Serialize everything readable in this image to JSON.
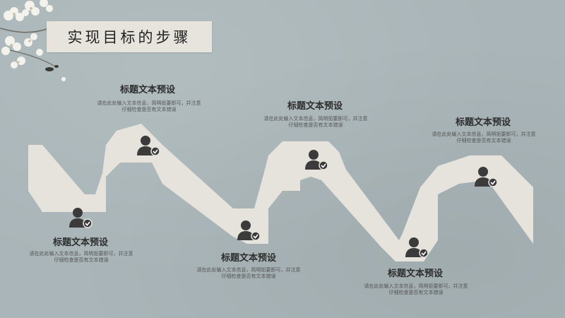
{
  "page": {
    "title": "实现目标的步骤"
  },
  "steps": [
    {
      "title": "标题文本预设",
      "desc": "请在此处输入文本信息，简明扼要即可，并注意仔细检查是否有文本错误"
    },
    {
      "title": "标题文本预设",
      "desc": "请在此处输入文本信息，简明扼要即可，并注意仔细检查是否有文本错误"
    },
    {
      "title": "标题文本预设",
      "desc": "请在此处输入文本信息，简明扼要即可，并注意仔细检查是否有文本错误"
    },
    {
      "title": "标题文本预设",
      "desc": "请在此处输入文本信息，简明扼要即可，并注意仔细检查是否有文本错误"
    },
    {
      "title": "标题文本预设",
      "desc": "请在此处输入文本信息，简明扼要即可，并注意仔细检查是否有文本错误"
    },
    {
      "title": "标题文本预设",
      "desc": "请在此处输入文本信息，简明扼要即可，并注意仔细检查是否有文本错误"
    }
  ],
  "colors": {
    "background": "#a9b5b8",
    "path": "#e6e3dc",
    "icon": "#3b3b3b",
    "banner": "#e7e4dd"
  },
  "icons": {
    "step": "user-check-icon",
    "decoration": "flower-decoration"
  }
}
